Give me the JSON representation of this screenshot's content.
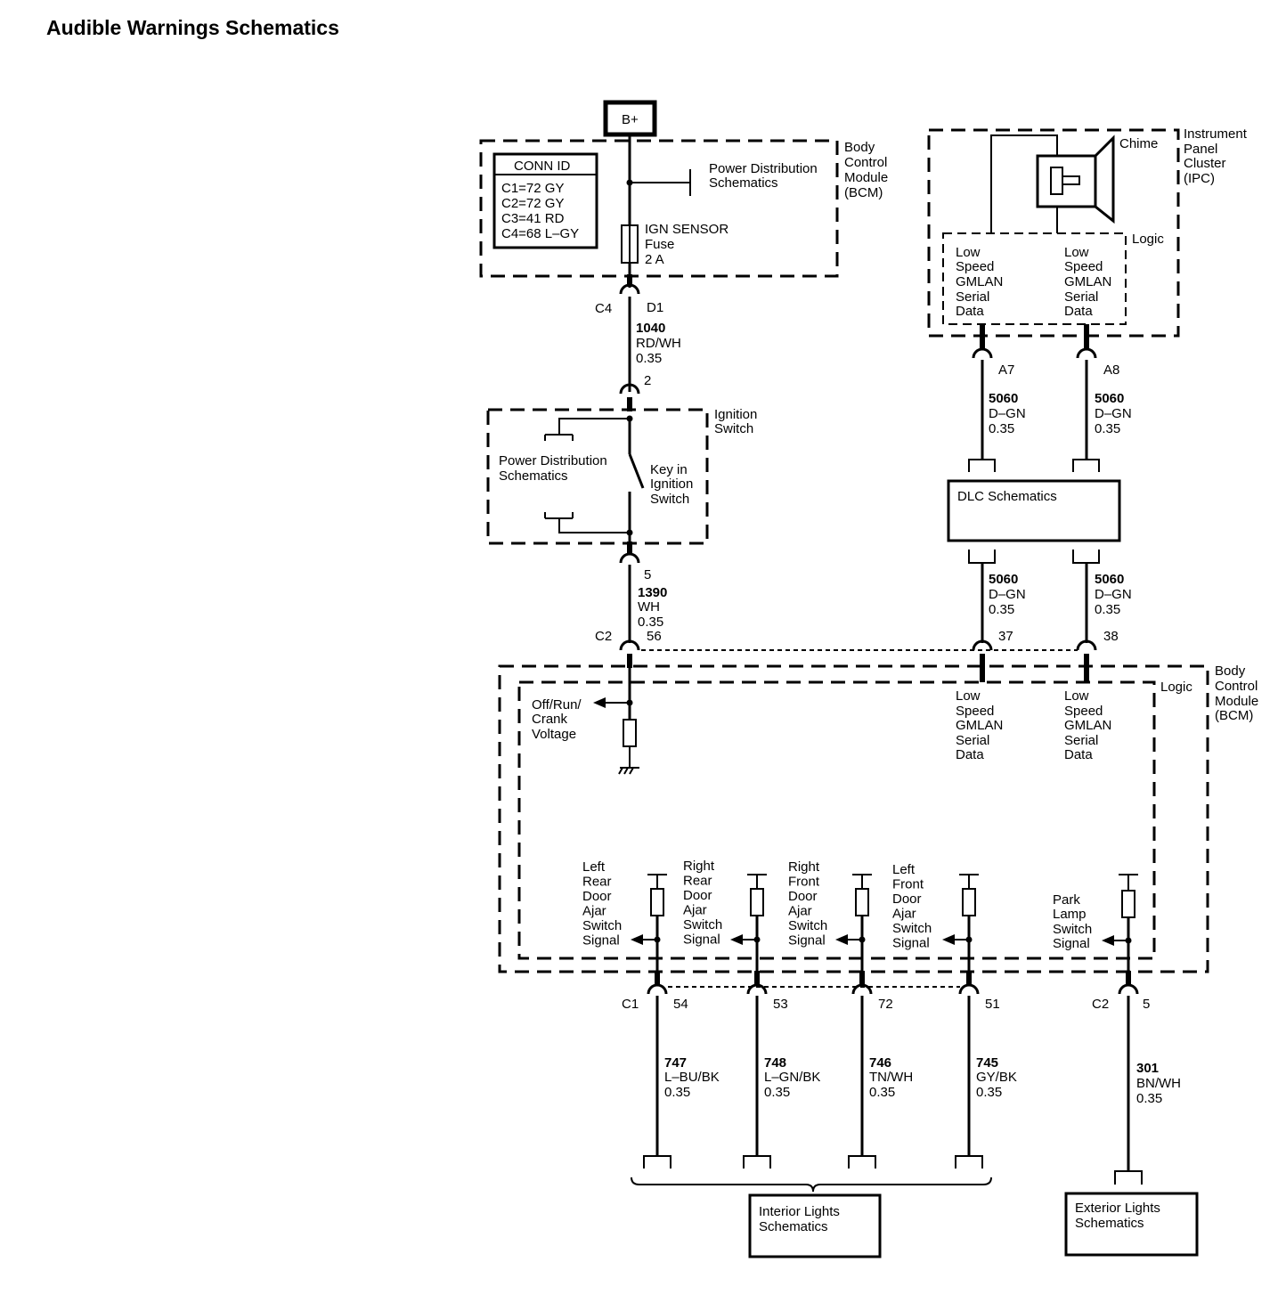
{
  "title": "Audible Warnings Schematics",
  "source": {
    "label": "B+"
  },
  "conn_id": {
    "header": "CONN ID",
    "lines": [
      "C1=72 GY",
      "C2=72 GY",
      "C3=41 RD",
      "C4=68 L–GY"
    ]
  },
  "bcm_top": {
    "name_lines": [
      "Body",
      "Control",
      "Module",
      "(BCM)"
    ],
    "power_dist": [
      "Power Distribution",
      "Schematics"
    ],
    "fuse": [
      "IGN SENSOR",
      "Fuse",
      "2 A"
    ],
    "connector": "C4",
    "pin": "D1"
  },
  "wire_1040": {
    "circuit": "1040",
    "color": "RD/WH",
    "size": "0.35"
  },
  "ignition_switch": {
    "pin_in": "2",
    "name_lines": [
      "Ignition",
      "Switch"
    ],
    "power_dist": [
      "Power Distribution",
      "Schematics"
    ],
    "switch_label": [
      "Key in",
      "Ignition",
      "Switch"
    ],
    "pin_out": "5"
  },
  "wire_1390": {
    "circuit": "1390",
    "color": "WH",
    "size": "0.35",
    "connector": "C2",
    "pin": "56"
  },
  "ipc": {
    "name_lines": [
      "Instrument",
      "Panel",
      "Cluster",
      "(IPC)"
    ],
    "chime": "Chime",
    "logic": "Logic",
    "data_left": [
      "Low",
      "Speed",
      "GMLAN",
      "Serial",
      "Data"
    ],
    "data_right": [
      "Low",
      "Speed",
      "GMLAN",
      "Serial",
      "Data"
    ],
    "pin_left": "A7",
    "pin_right": "A8"
  },
  "gmlan_wires": {
    "upper_left": {
      "circuit": "5060",
      "color": "D–GN",
      "size": "0.35"
    },
    "upper_right": {
      "circuit": "5060",
      "color": "D–GN",
      "size": "0.35"
    },
    "lower_left": {
      "circuit": "5060",
      "color": "D–GN",
      "size": "0.35"
    },
    "lower_right": {
      "circuit": "5060",
      "color": "D–GN",
      "size": "0.35"
    }
  },
  "dlc": {
    "label": "DLC Schematics"
  },
  "bcm_main": {
    "name_lines": [
      "Body",
      "Control",
      "Module",
      "(BCM)"
    ],
    "logic": "Logic",
    "pin_37": "37",
    "pin_38": "38",
    "data_left": [
      "Low",
      "Speed",
      "GMLAN",
      "Serial",
      "Data"
    ],
    "data_right": [
      "Low",
      "Speed",
      "GMLAN",
      "Serial",
      "Data"
    ],
    "voltage": [
      "Off/Run/",
      "Crank",
      "Voltage"
    ]
  },
  "door_inputs": [
    {
      "label": [
        "Left",
        "Rear",
        "Door",
        "Ajar",
        "Switch",
        "Signal"
      ],
      "connector": "C1",
      "pin": "54",
      "circuit": "747",
      "color": "L–BU/BK",
      "size": "0.35"
    },
    {
      "label": [
        "Right",
        "Rear",
        "Door",
        "Ajar",
        "Switch",
        "Signal"
      ],
      "connector": "",
      "pin": "53",
      "circuit": "748",
      "color": "L–GN/BK",
      "size": "0.35"
    },
    {
      "label": [
        "Right",
        "Front",
        "Door",
        "Ajar",
        "Switch",
        "Signal"
      ],
      "connector": "",
      "pin": "72",
      "circuit": "746",
      "color": "TN/WH",
      "size": "0.35"
    },
    {
      "label": [
        "Left",
        "Front",
        "Door",
        "Ajar",
        "Switch",
        "Signal"
      ],
      "connector": "",
      "pin": "51",
      "circuit": "745",
      "color": "GY/BK",
      "size": "0.35"
    }
  ],
  "park_input": {
    "label": [
      "Park",
      "Lamp",
      "Switch",
      "Signal"
    ],
    "connector": "C2",
    "pin": "5",
    "circuit": "301",
    "color": "BN/WH",
    "size": "0.35"
  },
  "interior": {
    "lines": [
      "Interior Lights",
      "Schematics"
    ]
  },
  "exterior": {
    "lines": [
      "Exterior Lights",
      "Schematics"
    ]
  }
}
